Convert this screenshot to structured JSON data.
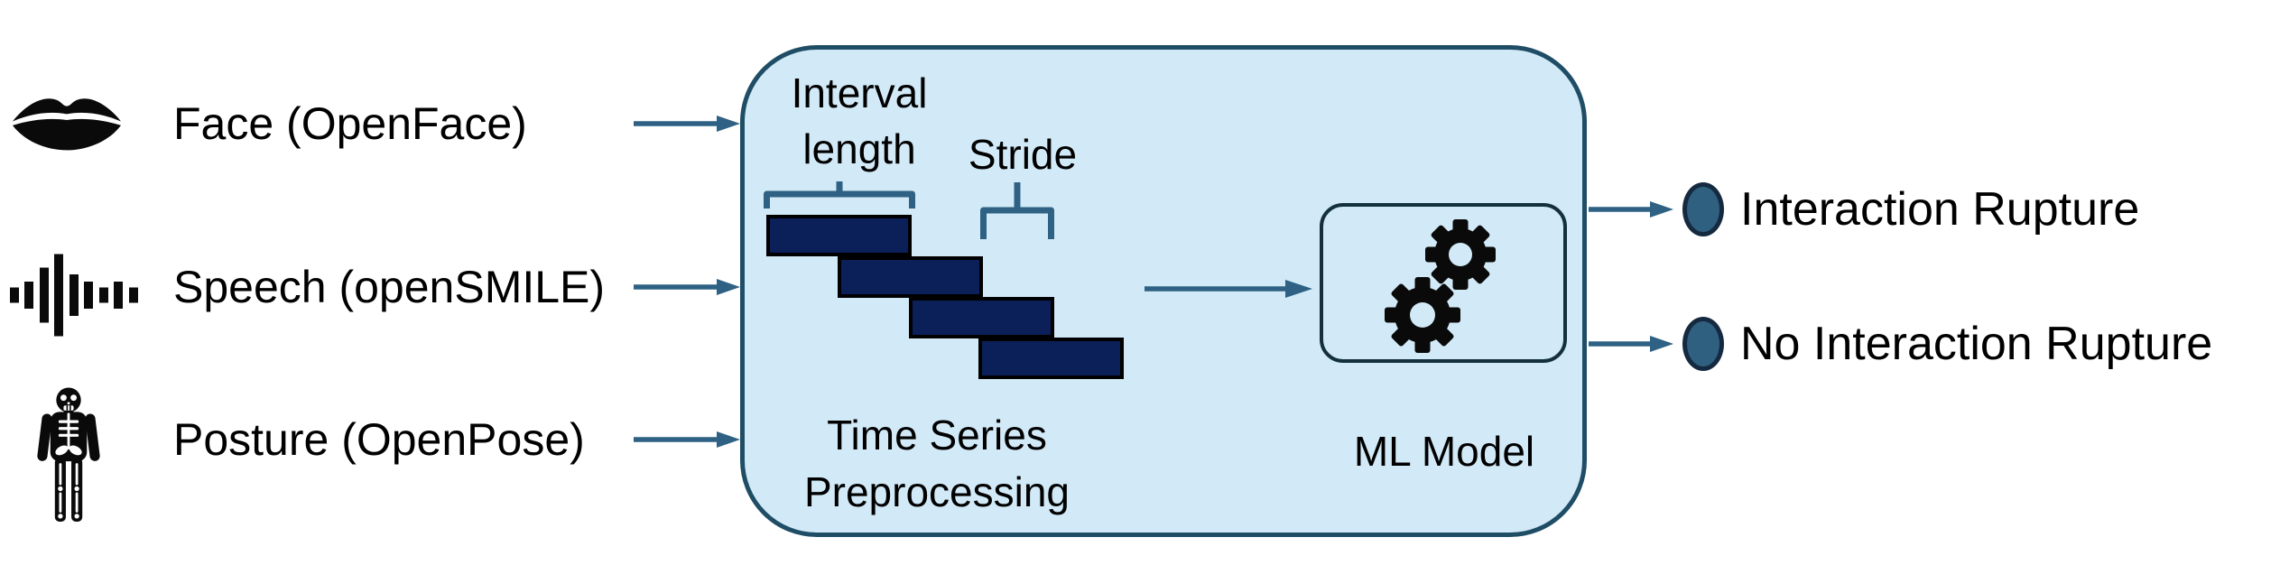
{
  "colors": {
    "box_fill": "#d2eaf7",
    "box_border": "#1f4d66",
    "inner_box_border": "#14303f",
    "bar_fill": "#0b2058",
    "bar_border": "#000000",
    "arrow": "#2e6183",
    "bracket": "#2e6183",
    "circle_fill": "#2f607f",
    "circle_border": "#152a40",
    "icon": "#0a0a0a",
    "text": "#000000"
  },
  "inputs": [
    {
      "label": "Face (OpenFace)",
      "icon": "lips-icon"
    },
    {
      "label": "Speech (openSMILE)",
      "icon": "waveform-icon"
    },
    {
      "label": "Posture (OpenPose)",
      "icon": "skeleton-icon"
    }
  ],
  "preprocessing": {
    "title_line1": "Time Series",
    "title_line2": "Preprocessing",
    "interval_label_line1": "Interval",
    "interval_label_line2": "length",
    "stride_label": "Stride",
    "window_count": 4
  },
  "model": {
    "label": "ML Model",
    "icon": "gears-icon"
  },
  "outputs": [
    {
      "label": "Interaction Rupture"
    },
    {
      "label": "No Interaction Rupture"
    }
  ]
}
